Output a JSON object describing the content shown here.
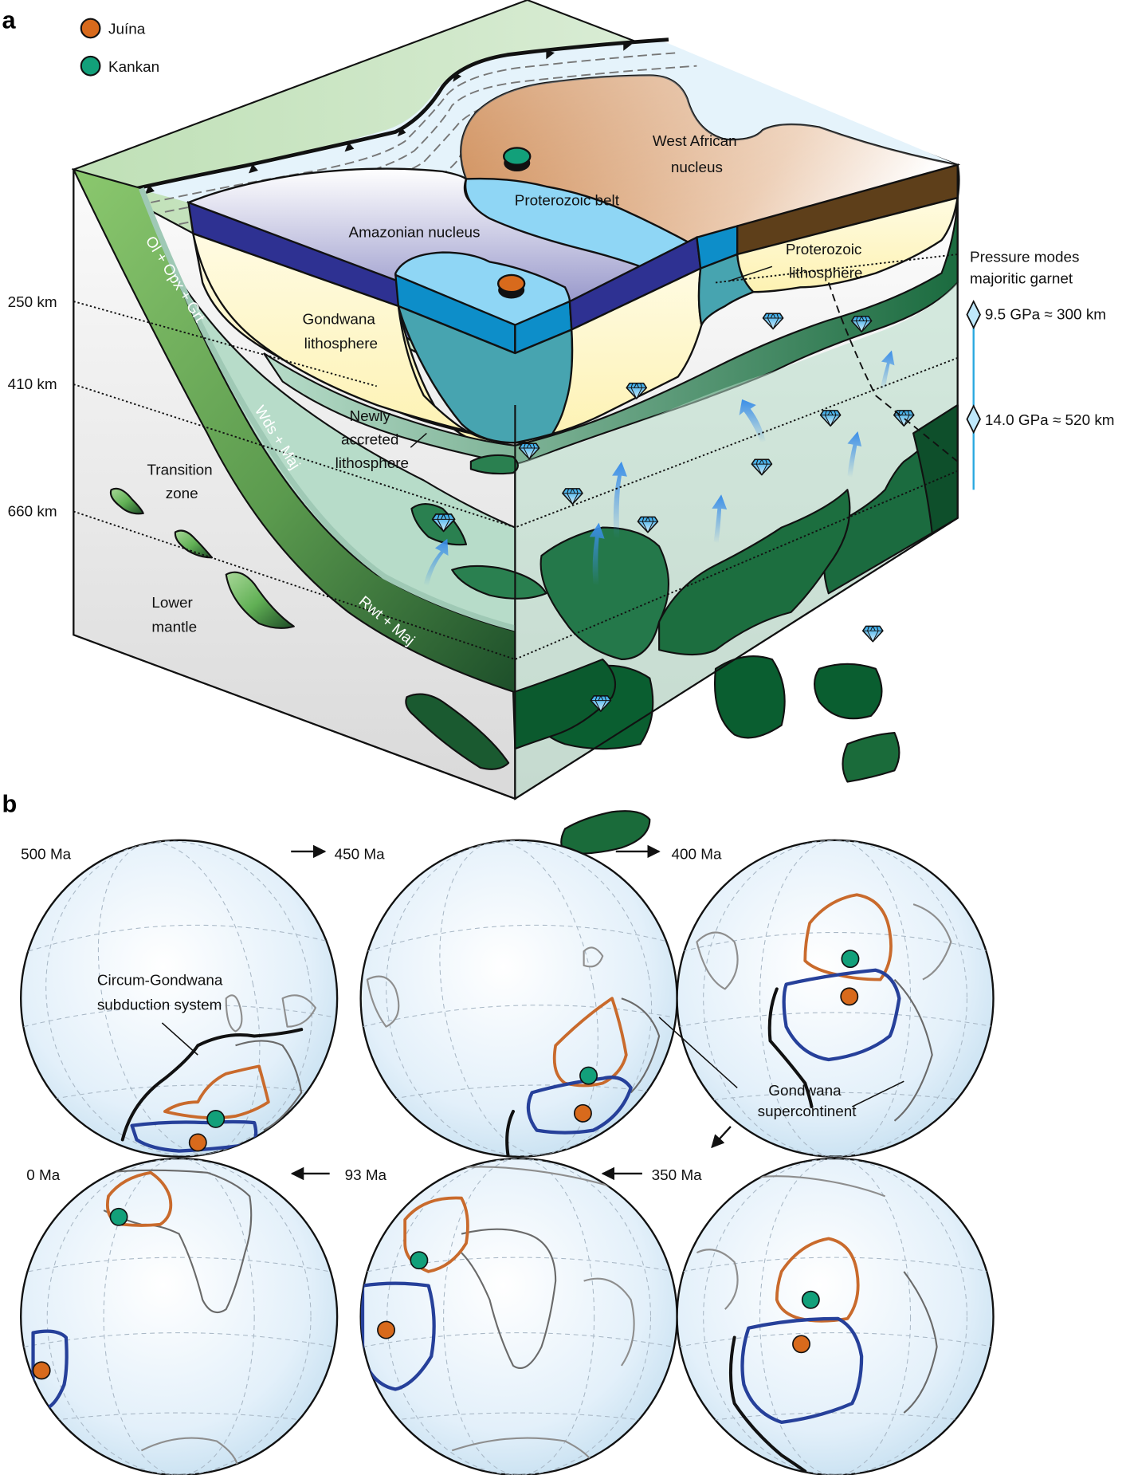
{
  "figure": {
    "panel_a": {
      "letter": "a",
      "legend": [
        {
          "label": "Juína",
          "color": "#d86a1c"
        },
        {
          "label": "Kankan",
          "color": "#12a07a"
        }
      ],
      "depth_labels": [
        "250 km",
        "410 km",
        "660 km"
      ],
      "slab_labels": [
        "Ol + Opx + Grt",
        "Wds + Maj",
        "Rwt + Maj"
      ],
      "region_labels": {
        "west_african": [
          "West African",
          "nucleus"
        ],
        "proterozoic_belt": "Proterozoic belt",
        "amazonian": "Amazonian nucleus",
        "gondwana_litho": [
          "Gondwana",
          "lithosphere"
        ],
        "proterozoic_litho": [
          "Proterozoic",
          "lithosphere"
        ],
        "newly_accreted": [
          "Newly",
          "accreted",
          "lithosphere"
        ],
        "transition_zone": [
          "Transition",
          "zone"
        ],
        "lower_mantle": [
          "Lower",
          "mantle"
        ]
      },
      "pressure_scale": {
        "title": [
          "Pressure modes",
          "majoritic garnet"
        ],
        "modes": [
          {
            "label": "9.5 GPa ≈ 300 km",
            "pressure_gpa": 9.5,
            "depth_km": 300
          },
          {
            "label": "14.0 GPa ≈ 520 km",
            "pressure_gpa": 14.0,
            "depth_km": 520
          }
        ]
      },
      "colors": {
        "juina": "#d86a1c",
        "kankan": "#12a07a",
        "amazonian_side": "#2e3192",
        "proterozoic": "#8fd6f5",
        "proterozoic_side": "#0d8ec9",
        "lithosphere": "#fef6c4",
        "west_african_side": "#5e3f1a",
        "slab": "#1a6b3e",
        "diamond": "#48b8ea"
      }
    },
    "panel_b": {
      "letter": "b",
      "time_labels": [
        "500 Ma",
        "450 Ma",
        "400 Ma",
        "350 Ma",
        "93 Ma",
        "0 Ma"
      ],
      "annotations": {
        "subduction": [
          "Circum-Gondwana",
          "subduction system"
        ],
        "supercontinent": [
          "Gondwana",
          "supercontinent"
        ]
      }
    }
  }
}
